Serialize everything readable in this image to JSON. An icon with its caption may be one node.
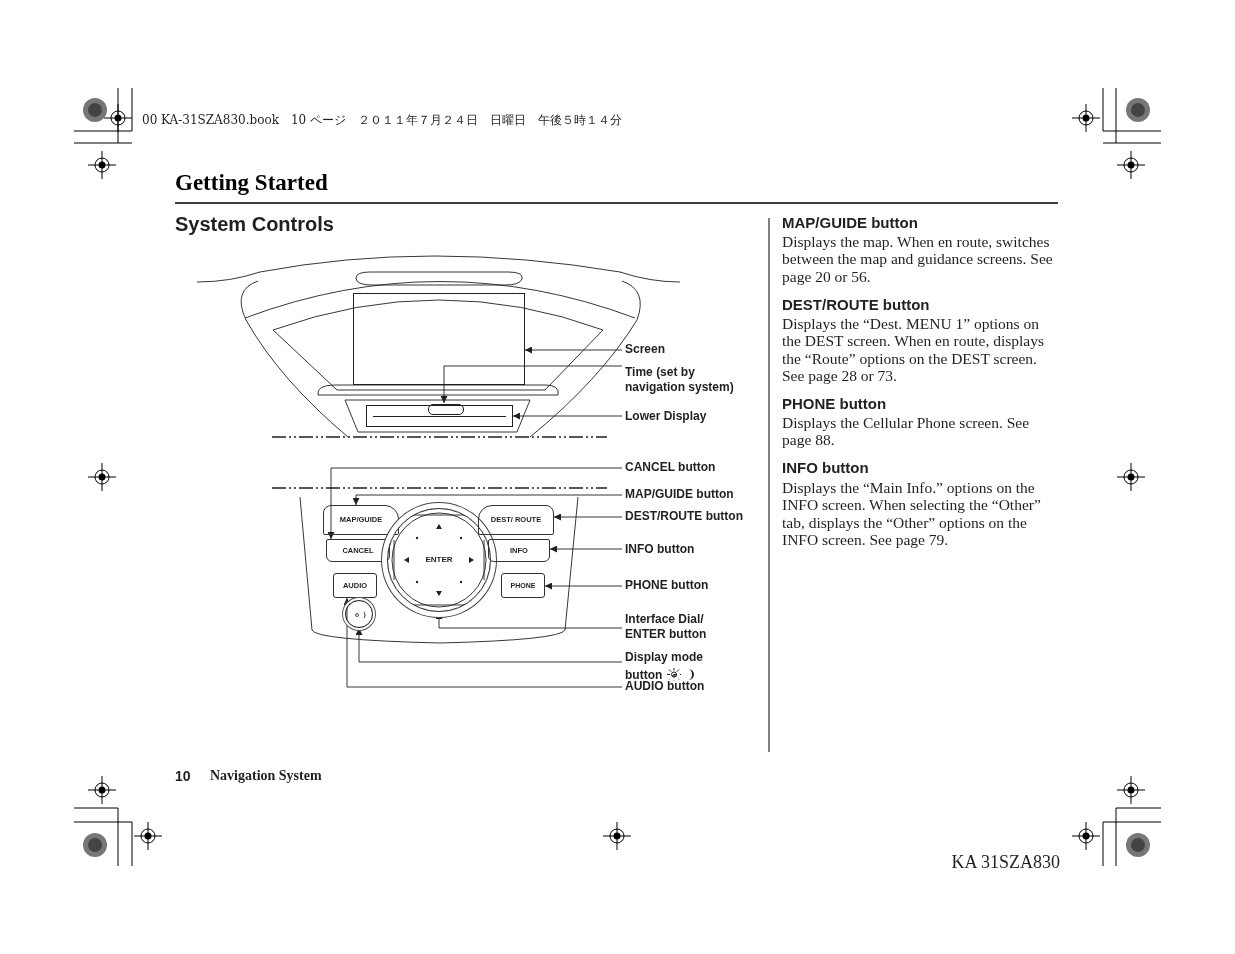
{
  "diagram": {
    "title": "Getting Started",
    "nodes": [
      {
        "text": [],
        "shape": "box"
      },
      {
        "text": [],
        "shape": "box"
      },
      {
        "text": [],
        "shape": "box",
        "in": 1
      },
      {
        "text": [
          "MAP/GUIDE"
        ]
      },
      {
        "text": [
          "CANCEL"
        ]
      },
      {
        "text": [
          "ENTER"
        ]
      },
      {
        "text": [
          "DEST/ ROUTE"
        ]
      },
      {
        "text": [
          "INFO"
        ]
      },
      {
        "text": [
          "AUDIO"
        ]
      },
      {
        "text": [
          "PHONE"
        ]
      },
      {
        "text": [],
        "shape": "circle"
      },
      {
        "text": [
          "Screen"
        ]
      },
      {
        "text": [
          "Time (set by navigation system)"
        ]
      },
      {
        "text": [
          "Lower Display"
        ]
      },
      {
        "text": [
          "CANCEL button"
        ]
      },
      {
        "text": [
          "MAP/GUIDE button"
        ]
      },
      {
        "text": [
          "DEST/ROUTE button"
        ]
      },
      {
        "text": [
          "INFO button"
        ]
      },
      {
        "text": [
          "PHONE button"
        ]
      },
      {
        "text": [
          "Interface Dial/ ENTER button"
        ]
      },
      {
        "text": [
          "Display mode button"
        ]
      },
      {
        "text": [
          "AUDIO button"
        ]
      }
    ],
    "edges": [
      {
        "from": 11,
        "to": 0,
        "arrow": "to"
      },
      {
        "from": 12,
        "to": 2,
        "arrow": "to"
      },
      {
        "from": 13,
        "to": 1,
        "arrow": "to"
      },
      {
        "from": 14,
        "to": 4,
        "arrow": "to"
      },
      {
        "from": 15,
        "to": 3,
        "arrow": "to"
      },
      {
        "from": 16,
        "to": 6,
        "arrow": "to"
      },
      {
        "from": 17,
        "to": 7,
        "arrow": "to"
      },
      {
        "from": 18,
        "to": 9,
        "arrow": "to"
      },
      {
        "from": 19,
        "to": 5,
        "arrow": "to"
      },
      {
        "from": 20,
        "to": 10,
        "arrow": "to"
      },
      {
        "from": 21,
        "to": 8,
        "arrow": "to"
      }
    ],
    "labels": [
      "00 KA-31SZA830.book　10 ページ　２０１１年７月２４日　日曜日　午後５時１４分",
      "System Controls",
      "MAP/GUIDE button",
      "Displays the map. When en route, switches between the map and guidance screens. See page 20 or 56.",
      "DEST/ROUTE button",
      "Displays the “Dest. MENU 1” options on the DEST screen. When en route, displays the “Route” options on the DEST screen. See page 28 or 73.",
      "PHONE button",
      "Displays the Cellular Phone screen. See page 88.",
      "INFO button",
      "Displays the “Main Info.” options on the INFO screen. When selecting the “Other” tab, displays the “Other” options on the INFO screen. See page 79.",
      "10",
      "Navigation System",
      "KA 31SZA830"
    ]
  }
}
